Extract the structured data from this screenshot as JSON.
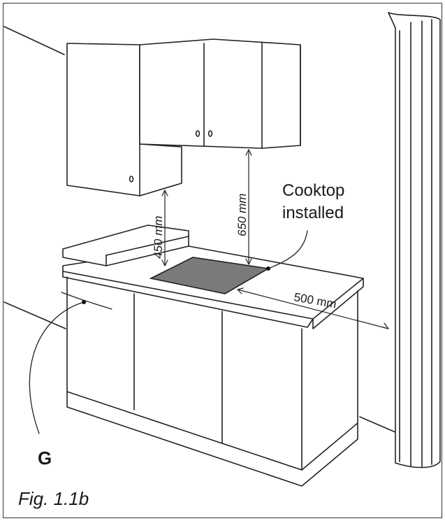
{
  "figure": {
    "caption": "Fig. 1.1b",
    "callout_label": "Cooktop installed",
    "callout_line1": "Cooktop",
    "callout_line2": "installed",
    "point_label": "G",
    "dimensions": {
      "cabinet_to_counter_left": "450 mm",
      "cabinet_to_cooktop": "650 mm",
      "cooktop_to_curtain": "500 mm"
    }
  },
  "colors": {
    "line": "#222222",
    "cooktop_fill": "#7a7a7a",
    "background": "#ffffff"
  }
}
